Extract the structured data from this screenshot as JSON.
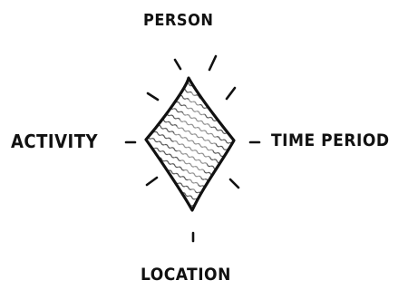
{
  "diagram": {
    "labels": {
      "top": "PERSON",
      "left": "ACTIVITY",
      "right": "TIME PERIOD",
      "bottom": "LOCATION"
    },
    "connectors": {
      "left": "-",
      "right": "-"
    },
    "colors": {
      "ink": "#111111",
      "background": "#ffffff"
    },
    "icons": [
      "diamond-icon",
      "radiating-lines"
    ]
  }
}
